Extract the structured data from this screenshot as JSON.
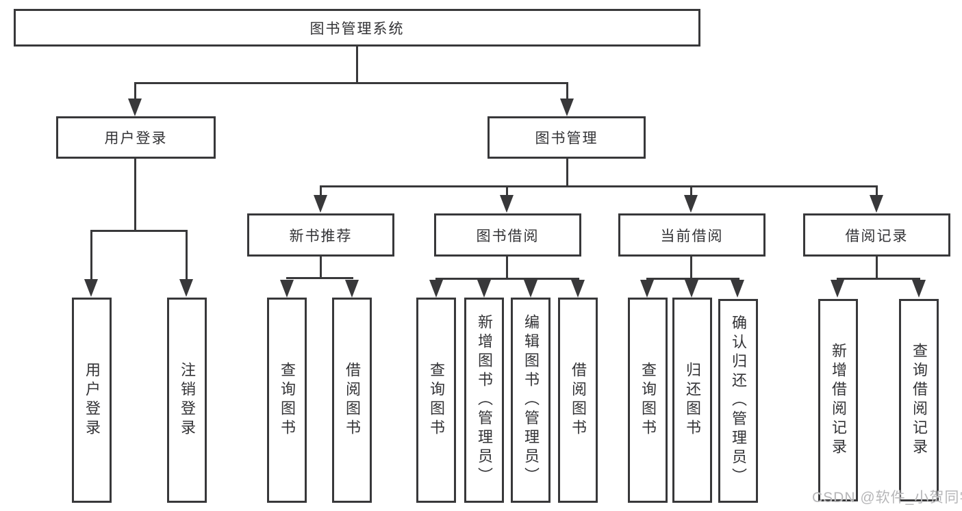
{
  "tree": {
    "root": {
      "label": "图书管理系统",
      "children": [
        {
          "label": "用户登录",
          "children": [
            {
              "label": "用户登录"
            },
            {
              "label": "注销登录"
            }
          ]
        },
        {
          "label": "图书管理",
          "children": [
            {
              "label": "新书推荐",
              "children": [
                {
                  "label": "查询图书"
                },
                {
                  "label": "借阅图书"
                }
              ]
            },
            {
              "label": "图书借阅",
              "children": [
                {
                  "label": "查询图书"
                },
                {
                  "label": "新增图书（管理员）"
                },
                {
                  "label": "编辑图书（管理员）"
                },
                {
                  "label": "借阅图书"
                }
              ]
            },
            {
              "label": "当前借阅",
              "children": [
                {
                  "label": "查询图书"
                },
                {
                  "label": "归还图书"
                },
                {
                  "label": "确认归还（管理员）"
                }
              ]
            },
            {
              "label": "借阅记录",
              "children": [
                {
                  "label": "新增借阅记录"
                },
                {
                  "label": "查询借阅记录"
                }
              ]
            }
          ]
        }
      ]
    }
  },
  "watermark": "CSDN @软件_小贺同学",
  "colors": {
    "line": "#38383a",
    "box_border": "#38383a",
    "text": "#333336",
    "box_background": "#ffffff",
    "watermark": "#b6b6b8",
    "background": "#ffffff"
  }
}
